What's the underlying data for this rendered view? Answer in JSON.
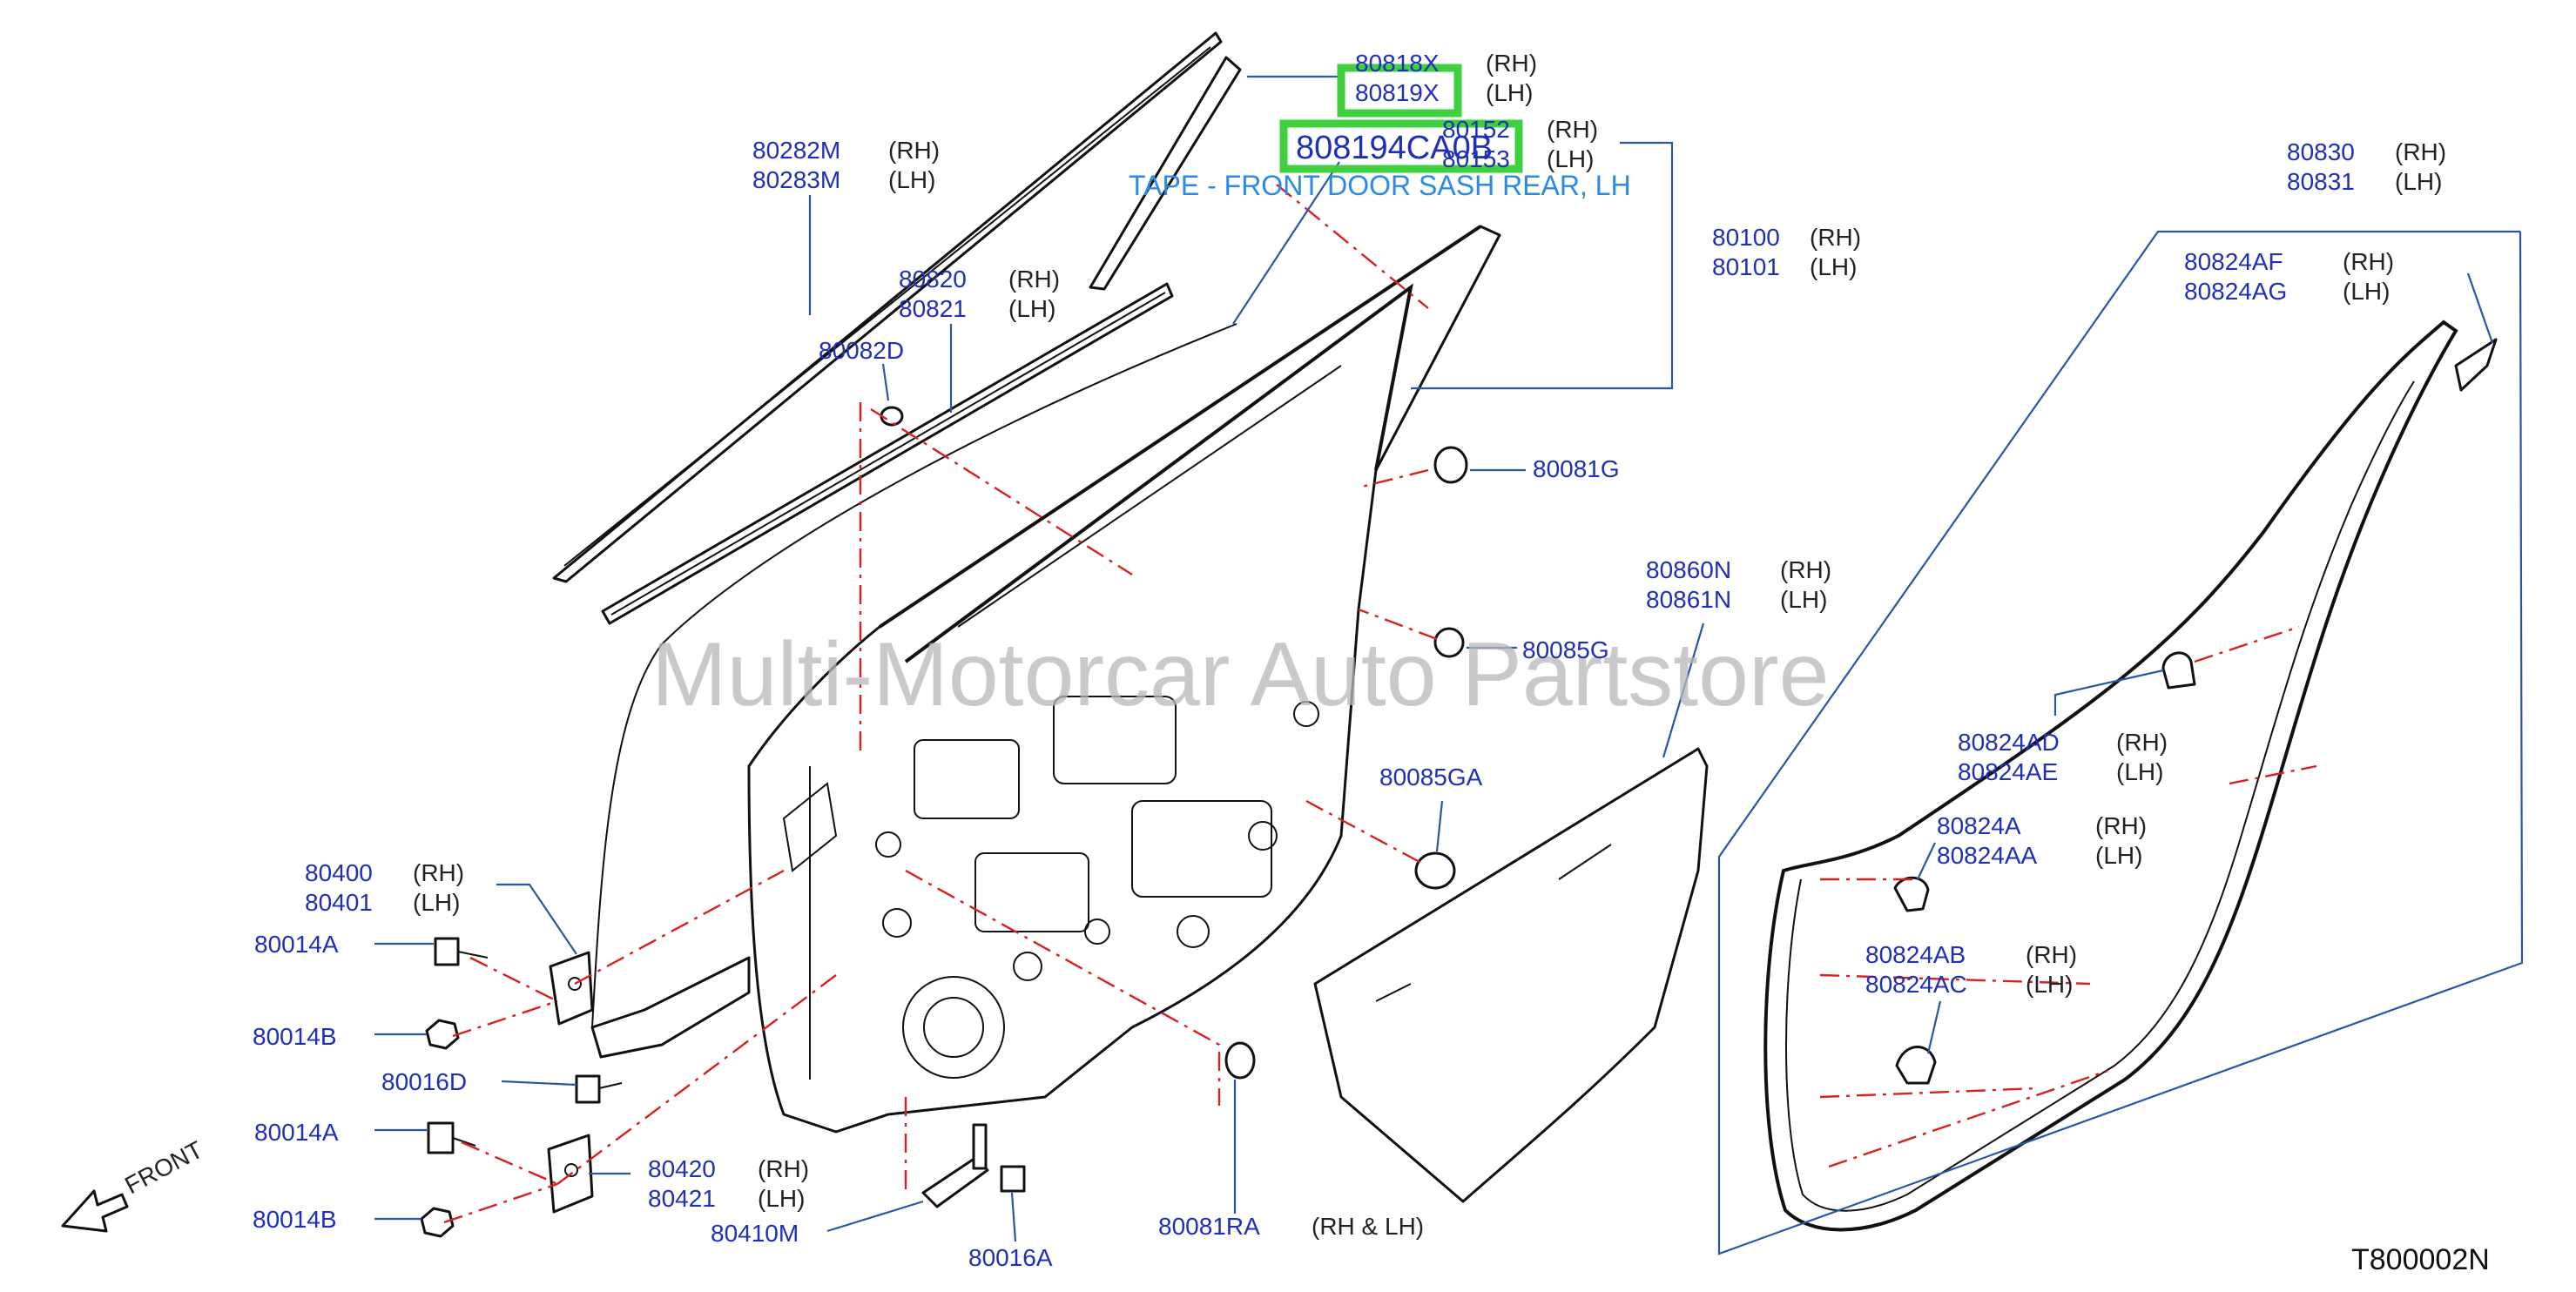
{
  "labels": [
    {
      "id": "l80818",
      "number": "80818X",
      "side": "(RH)"
    },
    {
      "id": "l80819",
      "number": "80819X",
      "side": "(LH)"
    },
    {
      "id": "l80152",
      "number": "80152",
      "side": "(RH)"
    },
    {
      "id": "l80153",
      "number": "80153",
      "side": "(LH)"
    },
    {
      "id": "l80282",
      "number": "80282M",
      "side": "(RH)"
    },
    {
      "id": "l80283",
      "number": "80283M",
      "side": "(LH)"
    },
    {
      "id": "l80820",
      "number": "80820",
      "side": "(RH)"
    },
    {
      "id": "l80821",
      "number": "80821",
      "side": "(LH)"
    },
    {
      "id": "l80082D",
      "number": "80082D",
      "side": ""
    },
    {
      "id": "l80100",
      "number": "80100",
      "side": "(RH)"
    },
    {
      "id": "l80101",
      "number": "80101",
      "side": "(LH)"
    },
    {
      "id": "l80081G",
      "number": "80081G",
      "side": ""
    },
    {
      "id": "l80085G",
      "number": "80085G",
      "side": ""
    },
    {
      "id": "l80085GA",
      "number": "80085GA",
      "side": ""
    },
    {
      "id": "l80860N",
      "number": "80860N",
      "side": "(RH)"
    },
    {
      "id": "l80861N",
      "number": "80861N",
      "side": "(LH)"
    },
    {
      "id": "l80830",
      "number": "80830",
      "side": "(RH)"
    },
    {
      "id": "l80831",
      "number": "80831",
      "side": "(LH)"
    },
    {
      "id": "l80824AF",
      "number": "80824AF",
      "side": "(RH)"
    },
    {
      "id": "l80824AG",
      "number": "80824AG",
      "side": "(LH)"
    },
    {
      "id": "l80824AD",
      "number": "80824AD",
      "side": "(RH)"
    },
    {
      "id": "l80824AE",
      "number": "80824AE",
      "side": "(LH)"
    },
    {
      "id": "l80824A",
      "number": "80824A",
      "side": "(RH)"
    },
    {
      "id": "l80824AA",
      "number": "80824AA",
      "side": "(LH)"
    },
    {
      "id": "l80824AB",
      "number": "80824AB",
      "side": "(RH)"
    },
    {
      "id": "l80824AC",
      "number": "80824AC",
      "side": "(LH)"
    },
    {
      "id": "l80400",
      "number": "80400",
      "side": "(RH)"
    },
    {
      "id": "l80401",
      "number": "80401",
      "side": "(LH)"
    },
    {
      "id": "l80014A1",
      "number": "80014A",
      "side": ""
    },
    {
      "id": "l80014B1",
      "number": "80014B",
      "side": ""
    },
    {
      "id": "l80016D",
      "number": "80016D",
      "side": ""
    },
    {
      "id": "l80014A2",
      "number": "80014A",
      "side": ""
    },
    {
      "id": "l80014B2",
      "number": "80014B",
      "side": ""
    },
    {
      "id": "l80420",
      "number": "80420",
      "side": "(RH)"
    },
    {
      "id": "l80421",
      "number": "80421",
      "side": "(LH)"
    },
    {
      "id": "l80410M",
      "number": "80410M",
      "side": ""
    },
    {
      "id": "l80016A",
      "number": "80016A",
      "side": ""
    },
    {
      "id": "l80081RA",
      "number": "80081RA",
      "side": "(RH   &   LH)"
    }
  ],
  "highlight": {
    "part_number": "808194CA0B",
    "description": "TAPE - FRONT DOOR SASH REAR, LH"
  },
  "front_label": "FRONT",
  "watermark": "Multi-Motorcar Auto Partstore",
  "diagram_code": "T800002N",
  "colors": {
    "part_number": "#1f2fb8",
    "description": "#2b8ae8",
    "highlight_box": "#3fd03f",
    "leader": "#2a56a8",
    "dash": "#d82020"
  }
}
